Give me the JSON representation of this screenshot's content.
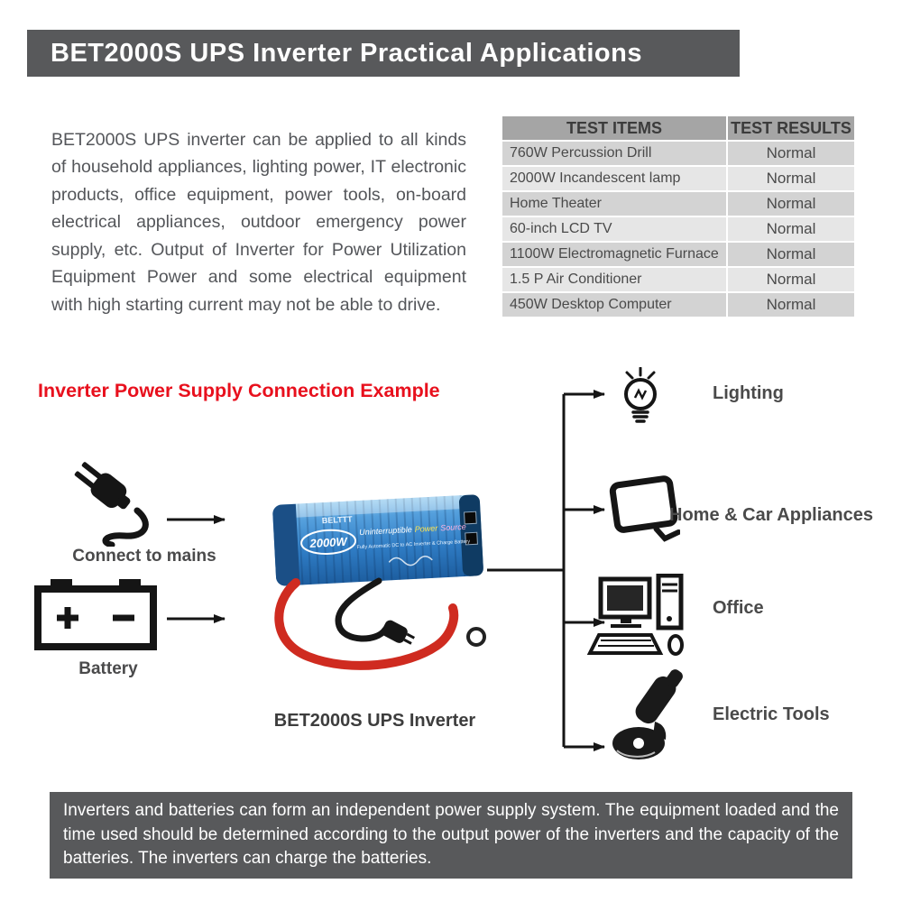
{
  "banner": {
    "title": "BET2000S UPS Inverter Practical Applications"
  },
  "intro": {
    "text": "BET2000S UPS inverter can be applied to all kinds of household appliances, lighting power, IT electronic products, office equipment, power tools, on-board electrical appliances, outdoor emergency power supply, etc. Output of Inverter for Power Utilization Equipment Power and some electrical equipment with high starting current may not be able to drive."
  },
  "test_table": {
    "headers": [
      "TEST ITEMS",
      "TEST RESULTS"
    ],
    "rows": [
      [
        "760W Percussion Drill",
        "Normal"
      ],
      [
        "2000W Incandescent lamp",
        "Normal"
      ],
      [
        "Home Theater",
        "Normal"
      ],
      [
        "60-inch LCD TV",
        "Normal"
      ],
      [
        "1100W Electromagnetic Furnace",
        "Normal"
      ],
      [
        "1.5 P Air Conditioner",
        "Normal"
      ],
      [
        "450W Desktop Computer",
        "Normal"
      ]
    ]
  },
  "diagram": {
    "heading": "Inverter Power Supply Connection Example",
    "heading_color": "#e8101d",
    "sources": [
      {
        "label": "Connect to mains",
        "icon": "power-plug-icon"
      },
      {
        "label": "Battery",
        "icon": "battery-icon"
      }
    ],
    "device": {
      "label": "BET2000S UPS Inverter",
      "brand": "BELTTT",
      "power": "2000W",
      "tagline_1": "Uninterruptible",
      "tagline_2": "Power",
      "tagline_3": "Source",
      "subline": "Fully Automatic DC to AC Inverter & Charge Battery"
    },
    "loads": [
      {
        "label": "Lighting",
        "icon": "light-bulb-icon"
      },
      {
        "label": "Home & Car Appliances",
        "icon": "tv-monitor-icon"
      },
      {
        "label": "Office",
        "icon": "desktop-computer-icon"
      },
      {
        "label": "Electric Tools",
        "icon": "angle-grinder-icon"
      }
    ]
  },
  "footer": {
    "text": "Inverters and batteries can form an independent power supply system. The equipment loaded and the time used should be determined according to the output power of the inverters and the capacity of the batteries. The inverters can charge the batteries."
  },
  "colors": {
    "banner_bg": "#58595b",
    "table_header_bg": "#a5a5a5",
    "device_blue": "#2f7cc4",
    "cable_red": "#cf2b20"
  }
}
